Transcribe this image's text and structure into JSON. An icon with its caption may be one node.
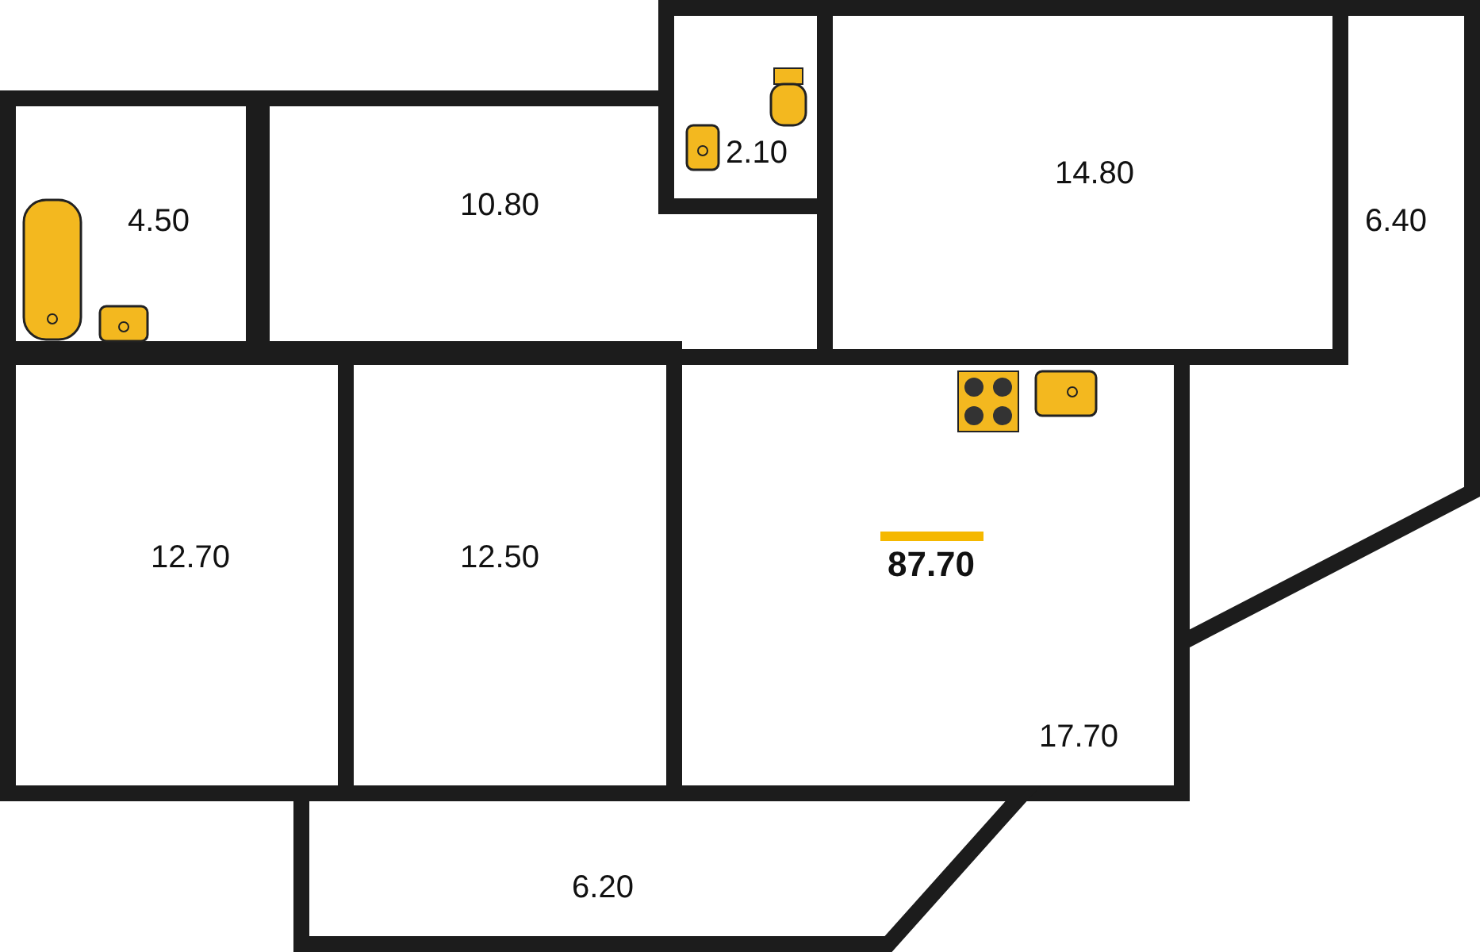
{
  "diagram": {
    "nodes": [
      {
        "text": [
          "4.50"
        ]
      },
      {
        "text": [
          "10.80"
        ]
      },
      {
        "text": [
          "2.10"
        ]
      },
      {
        "text": [
          "14.80"
        ]
      },
      {
        "text": [
          "6.40"
        ]
      },
      {
        "text": [
          "12.70"
        ]
      },
      {
        "text": [
          "12.50"
        ]
      },
      {
        "text": [
          "17.70"
        ]
      },
      {
        "text": [
          "6.20"
        ]
      }
    ],
    "labels": [
      "87.70"
    ]
  }
}
